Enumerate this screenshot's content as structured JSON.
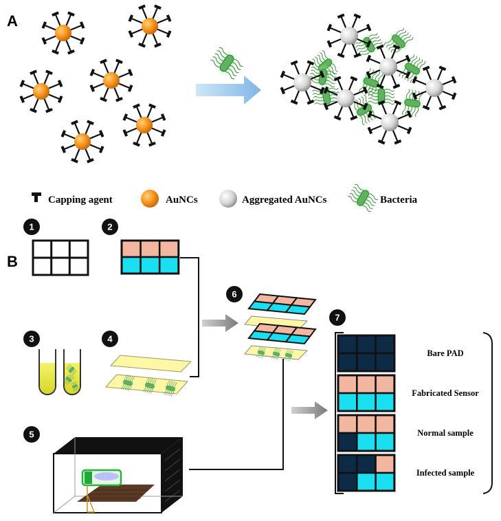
{
  "panels": {
    "a": "A",
    "b": "B"
  },
  "legend": {
    "capping_agent": "Capping agent",
    "aunc": "AuNCs",
    "aggregated": "Aggregated AuNCs",
    "bacteria": "Bacteria"
  },
  "steps": [
    "1",
    "2",
    "3",
    "4",
    "5",
    "6",
    "7"
  ],
  "result_rows": [
    {
      "label": "Bare PAD",
      "cells": [
        "dark",
        "dark",
        "dark",
        "dark",
        "dark",
        "dark"
      ]
    },
    {
      "label": "Fabricated Sensor",
      "cells": [
        "salmon",
        "salmon",
        "salmon",
        "cyan",
        "cyan",
        "cyan"
      ]
    },
    {
      "label": "Normal sample",
      "cells": [
        "salmon",
        "salmon",
        "salmon",
        "dark",
        "cyan",
        "cyan"
      ]
    },
    {
      "label": "Infected sample",
      "cells": [
        "dark",
        "dark",
        "salmon",
        "dark",
        "cyan",
        "cyan"
      ]
    }
  ],
  "colors": {
    "salmon": "#f3b6a0",
    "cyan": "#19dff0",
    "dark": "#0d2a47",
    "gold": "#f7931e",
    "silver": "#d6d6d6",
    "bacteria": "#69c06a",
    "paper": "#fdf7a6",
    "arrow_blue": "#8fc1ea",
    "arrow_gray": "#8c8c8c"
  }
}
